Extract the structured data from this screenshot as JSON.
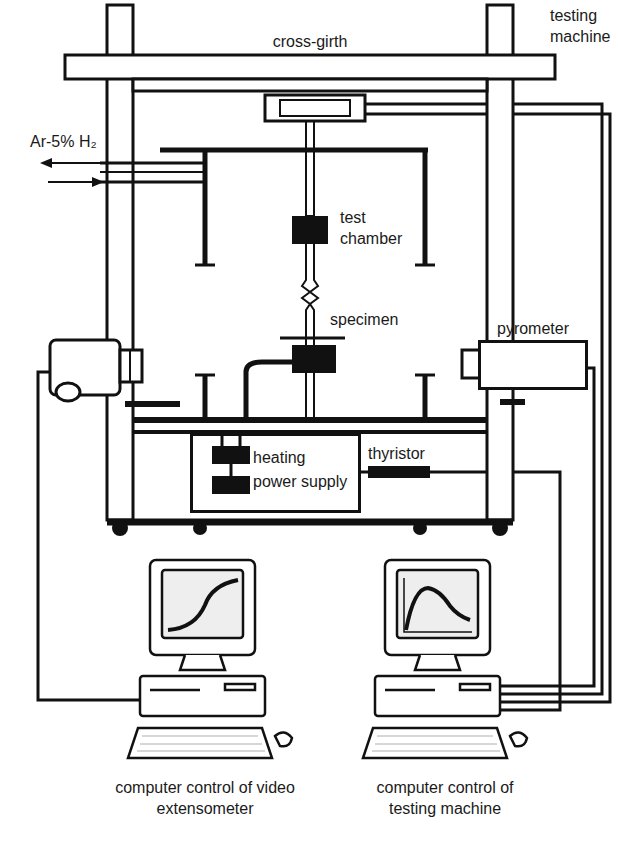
{
  "diagram": {
    "nodes": [
      {
        "text": [
          "pyrometer"
        ]
      },
      {
        "text": [
          "heating power supply"
        ]
      }
    ],
    "labels": [
      "testing machine",
      "cross-girth",
      "Ar-5% H₂",
      "test chamber",
      "specimen",
      "thyristor",
      "computer control of video extensometer",
      "computer control of testing machine"
    ]
  }
}
